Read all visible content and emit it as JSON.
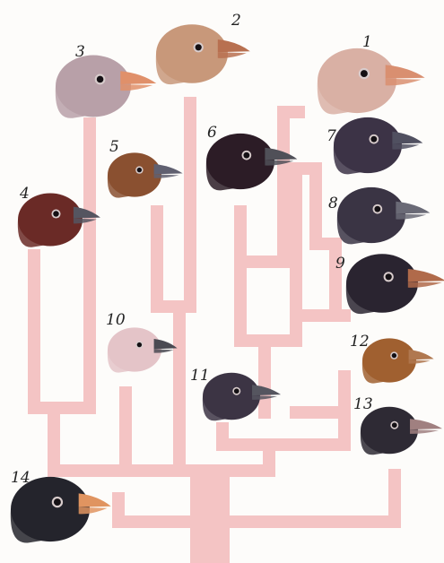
{
  "diagram": {
    "branch_color": "#f4c4c4",
    "species": [
      {
        "number": "1",
        "plumage": "#d9b0a4",
        "beak": "#d98f70"
      },
      {
        "number": "2",
        "plumage": "#c8987a",
        "beak": "#b87050"
      },
      {
        "number": "3",
        "plumage": "#b8a0a8",
        "beak": "#e0906a"
      },
      {
        "number": "4",
        "plumage": "#6a2a26",
        "beak": "#555560"
      },
      {
        "number": "5",
        "plumage": "#8a5030",
        "beak": "#606070"
      },
      {
        "number": "6",
        "plumage": "#2c1c26",
        "beak": "#505058"
      },
      {
        "number": "7",
        "plumage": "#3c3346",
        "beak": "#505060"
      },
      {
        "number": "8",
        "plumage": "#3a3444",
        "beak": "#6a6a76"
      },
      {
        "number": "9",
        "plumage": "#2a2430",
        "beak": "#b06a4a"
      },
      {
        "number": "10",
        "plumage": "#e4c4c8",
        "beak": "#4a4a52"
      },
      {
        "number": "11",
        "plumage": "#3c3444",
        "beak": "#55555f"
      },
      {
        "number": "12",
        "plumage": "#a06030",
        "beak": "#b07850"
      },
      {
        "number": "13",
        "plumage": "#2e2a34",
        "beak": "#a08080"
      },
      {
        "number": "14",
        "plumage": "#24242c",
        "beak": "#e09460"
      }
    ]
  }
}
